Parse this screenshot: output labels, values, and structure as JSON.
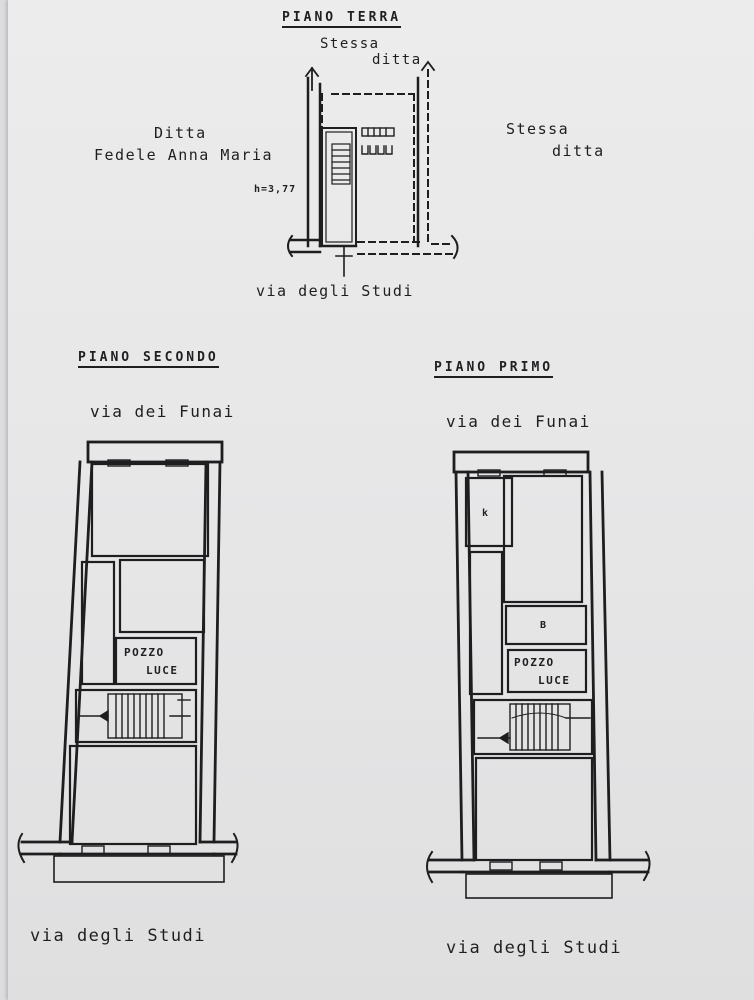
{
  "ground_floor": {
    "title": "PIANO TERRA",
    "neighbor_top": [
      "Stessa",
      "ditta"
    ],
    "neighbor_right": [
      "Stessa",
      "ditta"
    ],
    "neighbor_left": [
      "Ditta",
      "Fedele Anna Maria"
    ],
    "height_label": "h=3,77",
    "street": "via degli Studi"
  },
  "second_floor": {
    "title": "PIANO SECONDO",
    "street_top": "via dei Funai",
    "lightwell": [
      "POZZO",
      "LUCE"
    ],
    "street_bottom": "via degli Studi"
  },
  "first_floor": {
    "title": "PIANO PRIMO",
    "street_top": "via dei Funai",
    "room_k": "k",
    "room_b": "B",
    "lightwell": [
      "POZZO",
      "LUCE"
    ],
    "street_bottom": "via degli Studi"
  }
}
